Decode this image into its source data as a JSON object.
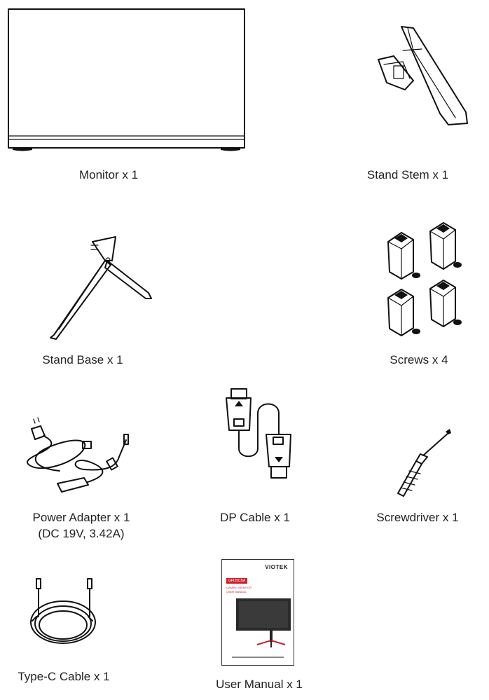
{
  "items": [
    {
      "label": "Monitor x 1"
    },
    {
      "label": "Stand Stem x 1"
    },
    {
      "label": "Stand Base x 1"
    },
    {
      "label": "Screws x 4"
    },
    {
      "label": "Power Adapter x 1",
      "sublabel": "(DC 19V, 3.42A)"
    },
    {
      "label": "DP Cable x 1"
    },
    {
      "label": "Screwdriver x 1"
    },
    {
      "label": "Type-C Cable x 1"
    },
    {
      "label": "User Manual x 1"
    }
  ],
  "manual_cover": {
    "brand": "VIOTEK",
    "model": "GFI25CBA",
    "line1": "GAMING MONITOR",
    "line2": "USER MANUAL",
    "accent_color": "#d0202a"
  }
}
